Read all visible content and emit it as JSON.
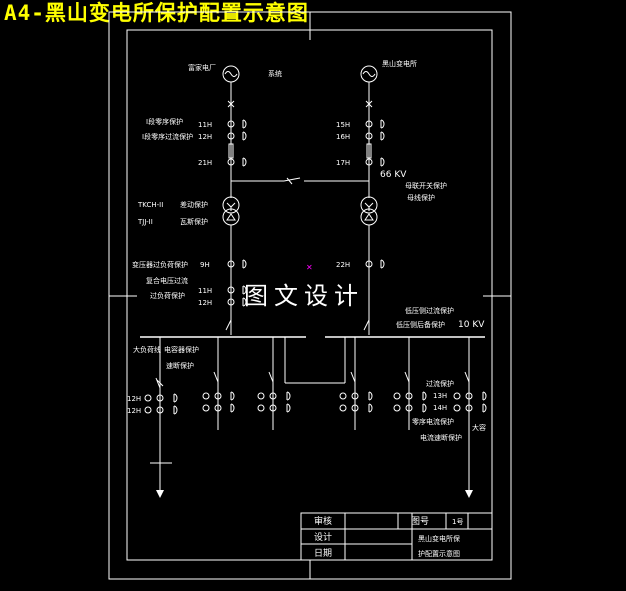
{
  "title": "A4-黑山变电所保护配置示意图",
  "watermark": "图文设计",
  "diagram": {
    "sources": {
      "left": "富家电厂",
      "right": "黑山变电所",
      "middle": "系统"
    },
    "voltage_66": "66 KV",
    "voltage_10": "10 KV",
    "left_upper_labels": [
      "I段零序保护",
      "I段零序过流保护"
    ],
    "right_upper_labels": [
      "母联开关保护",
      "母线保护"
    ],
    "transformer_labels": [
      "TKCH-II",
      "TJJ-II",
      "差动保护",
      "瓦斯保护"
    ],
    "left_lower_labels": [
      "变压器过负荷保护",
      "复合电压过流",
      "过负荷保护"
    ],
    "right_mid_labels": [
      "低压侧过流保护",
      "低压侧后备保护"
    ],
    "left_feeder_labels": [
      "大负荷线",
      "电容器保护",
      "速断保护"
    ],
    "right_feeder_labels": [
      "过流保护",
      "零序电流保护",
      "电流速断保护",
      "大容"
    ],
    "ct_labels": {
      "l1": "11H",
      "l2": "12H",
      "l3": "21H",
      "r1": "15H",
      "r2": "16H",
      "r3": "17H",
      "l4": "9H",
      "l5": "11H",
      "l6": "12H",
      "r4": "22H",
      "f1": "12H",
      "f2": "12H",
      "f3": "13H",
      "f4": "14H"
    }
  },
  "title_block": {
    "audit": "审核",
    "design": "设计",
    "date": "日期",
    "drawing_no_label": "图号",
    "drawing_no": "1号",
    "drawing_name_1": "黑山变电所保",
    "drawing_name_2": "护配置示意图"
  }
}
